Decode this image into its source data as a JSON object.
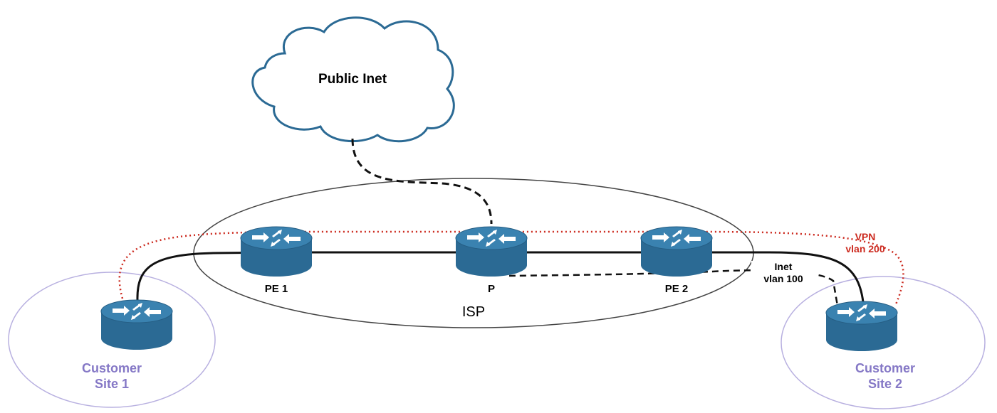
{
  "cloud": {
    "label": "Public Inet"
  },
  "isp": {
    "label": "ISP"
  },
  "routers": {
    "pe1": {
      "label": "PE 1"
    },
    "p": {
      "label": "P"
    },
    "pe2": {
      "label": "PE 2"
    }
  },
  "sites": {
    "site1": {
      "line1": "Customer",
      "line2": "Site 1"
    },
    "site2": {
      "line1": "Customer",
      "line2": "Site 2"
    }
  },
  "links": {
    "vpn": {
      "line1": "VPN",
      "line2": "vlan 200"
    },
    "inet": {
      "line1": "Inet",
      "line2": "vlan 100"
    }
  },
  "colors": {
    "router_fill": "#2b6a94",
    "router_top": "#3a82b0",
    "vpn_line": "#cc2a1f",
    "site_ring": "#b8b0e0",
    "site_text": "#8578c6"
  }
}
